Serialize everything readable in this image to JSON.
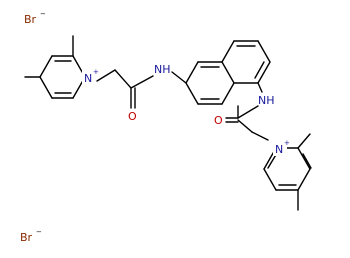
{
  "structure": {
    "atoms": {
      "bromide_1": "Br",
      "bromide_2": "Br",
      "charge_minus": "−",
      "charge_plus": "+",
      "nitrogen_amide_1": "NH",
      "nitrogen_amide_2": "NH",
      "oxygen_1": "O",
      "oxygen_2": "O",
      "nitrogen_pyridinium_1": "N",
      "nitrogen_pyridinium_2": "N"
    }
  },
  "colors": {
    "bond": "#000000",
    "nitrogen": "#1a1a9e",
    "oxygen": "#c00000",
    "bromine": "#8b2a00"
  }
}
